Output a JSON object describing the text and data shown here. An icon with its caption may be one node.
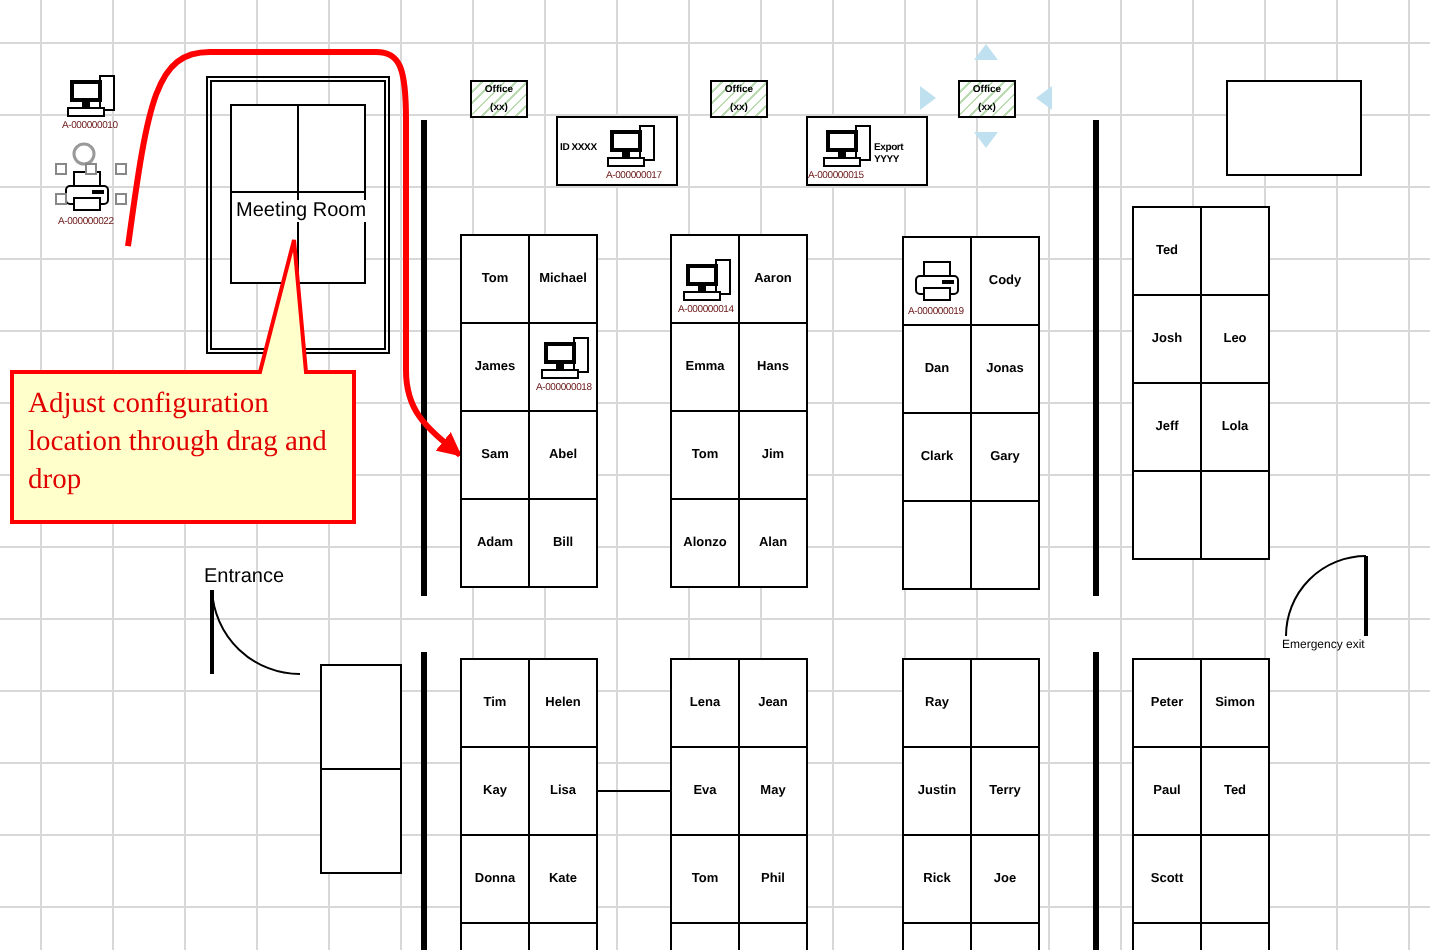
{
  "diagram": {
    "nodes": [
      {
        "text": [
          "A-000000010"
        ]
      },
      {
        "text": [
          "A-000000022"
        ]
      },
      {
        "text": [
          "Meeting Room"
        ]
      },
      {
        "text": [
          "Office",
          "(xx)"
        ]
      },
      {
        "text": [
          "ID XXXX",
          "A-000000017"
        ]
      },
      {
        "text": [
          "Office",
          "(xx)"
        ]
      },
      {
        "text": [
          "Export YYYY",
          "A-000000015"
        ]
      },
      {
        "text": [
          "Office",
          "(xx)"
        ]
      },
      {
        "text": [],
        "shape": "box"
      },
      {
        "text": [
          "Adjust configuration location through drag and drop"
        ]
      },
      {
        "text": [
          "Tom"
        ]
      },
      {
        "text": [
          "Michael"
        ]
      },
      {
        "text": [
          "James"
        ]
      },
      {
        "text": [],
        "shape": "box"
      },
      {
        "text": [
          "A-000000018"
        ],
        "in": 13
      },
      {
        "text": [
          "Sam"
        ]
      },
      {
        "text": [
          "Abel"
        ]
      },
      {
        "text": [
          "Adam"
        ]
      },
      {
        "text": [
          "Bill"
        ]
      },
      {
        "text": [],
        "shape": "box"
      },
      {
        "text": [
          "A-000000014"
        ],
        "in": 19
      },
      {
        "text": [
          "Aaron"
        ]
      },
      {
        "text": [
          "Emma"
        ]
      },
      {
        "text": [
          "Hans"
        ]
      },
      {
        "text": [
          "Tom"
        ]
      },
      {
        "text": [
          "Jim"
        ]
      },
      {
        "text": [
          "Alonzo"
        ]
      },
      {
        "text": [
          "Alan"
        ]
      },
      {
        "text": [],
        "shape": "box"
      },
      {
        "text": [
          "A-000000019"
        ],
        "in": 28
      },
      {
        "text": [
          "Cody"
        ]
      },
      {
        "text": [
          "Dan"
        ]
      },
      {
        "text": [
          "Jonas"
        ]
      },
      {
        "text": [
          "Clark"
        ]
      },
      {
        "text": [
          "Gary"
        ]
      },
      {
        "text": [],
        "shape": "box"
      },
      {
        "text": [],
        "shape": "box"
      },
      {
        "text": [
          "Ted"
        ]
      },
      {
        "text": [],
        "shape": "box"
      },
      {
        "text": [
          "Josh"
        ]
      },
      {
        "text": [
          "Leo"
        ]
      },
      {
        "text": [
          "Jeff"
        ]
      },
      {
        "text": [
          "Lola"
        ]
      },
      {
        "text": [],
        "shape": "box"
      },
      {
        "text": [],
        "shape": "box"
      },
      {
        "text": [],
        "shape": "box"
      },
      {
        "text": [],
        "shape": "box"
      },
      {
        "text": [
          "Tim"
        ]
      },
      {
        "text": [
          "Helen"
        ]
      },
      {
        "text": [
          "Kay"
        ]
      },
      {
        "text": [
          "Lisa"
        ]
      },
      {
        "text": [
          "Donna"
        ]
      },
      {
        "text": [
          "Kate"
        ]
      },
      {
        "text": [],
        "shape": "box"
      },
      {
        "text": [],
        "shape": "box"
      },
      {
        "text": [
          "Lena"
        ]
      },
      {
        "text": [
          "Jean"
        ]
      },
      {
        "text": [
          "Eva"
        ]
      },
      {
        "text": [
          "May"
        ]
      },
      {
        "text": [
          "Tom"
        ]
      },
      {
        "text": [
          "Phil"
        ]
      },
      {
        "text": [],
        "shape": "box"
      },
      {
        "text": [],
        "shape": "box"
      },
      {
        "text": [
          "Ray"
        ]
      },
      {
        "text": [],
        "shape": "box"
      },
      {
        "text": [
          "Justin"
        ]
      },
      {
        "text": [
          "Terry"
        ]
      },
      {
        "text": [
          "Rick"
        ]
      },
      {
        "text": [
          "Joe"
        ]
      },
      {
        "text": [],
        "shape": "box"
      },
      {
        "text": [],
        "shape": "box"
      },
      {
        "text": [
          "Peter"
        ]
      },
      {
        "text": [
          "Simon"
        ]
      },
      {
        "text": [
          "Paul"
        ]
      },
      {
        "text": [
          "Ted"
        ]
      },
      {
        "text": [
          "Scott"
        ]
      },
      {
        "text": [],
        "shape": "box"
      },
      {
        "text": [],
        "shape": "box"
      },
      {
        "text": [],
        "shape": "box"
      }
    ],
    "edges": [
      {
        "from": 1,
        "to": 15,
        "arrow": "to",
        "style": "thick",
        "color": "#ff0000"
      },
      {
        "from": 50,
        "to": 57,
        "arrow": "none",
        "color": "#000000"
      }
    ],
    "labels": [
      "Entrance",
      "Emergency exit"
    ]
  }
}
